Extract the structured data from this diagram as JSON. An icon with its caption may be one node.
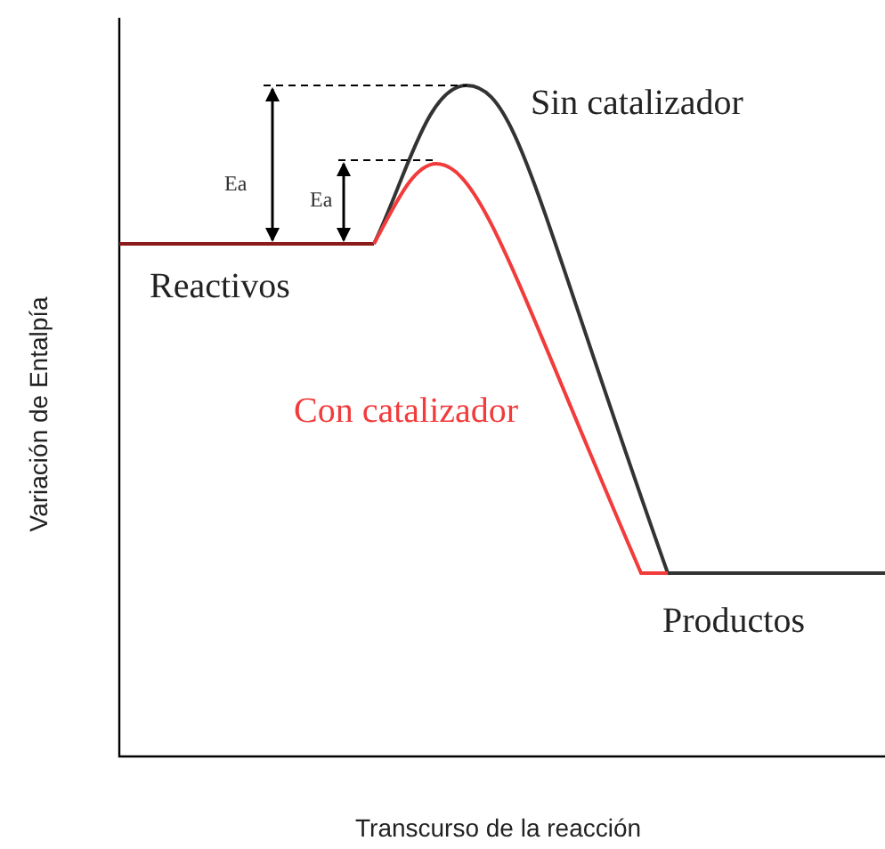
{
  "diagram": {
    "labels": [
      "Sin catalizador",
      "Ea",
      "Ea",
      "Reactivos",
      "Con catalizador",
      "Productos",
      "Variación de Entalpía",
      "Transcurso de la reacción"
    ]
  }
}
